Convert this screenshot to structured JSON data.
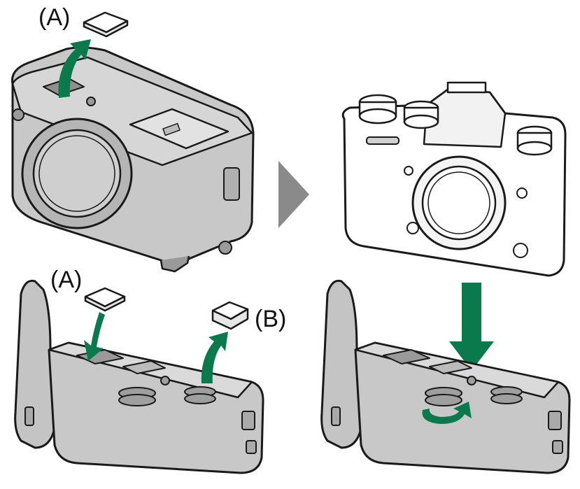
{
  "labels": {
    "part_a_top": "(A)",
    "part_a_bottom": "(A)",
    "part_b_bottom": "(B)"
  },
  "colors": {
    "arrow_green": "#0a7a4c",
    "step_arrow_gray": "#8a8a8a",
    "body_gray": "#c8c8c8",
    "body_dark": "#a9a9a9",
    "outline": "#1a1a1a",
    "light_fill": "#ffffff"
  },
  "icons": {
    "step_arrow": "play-triangle-icon",
    "remove_arrow": "curved-up-arrow-icon",
    "insert_arrow": "down-arrow-icon",
    "rotate_arrow": "rotate-arrow-icon"
  }
}
